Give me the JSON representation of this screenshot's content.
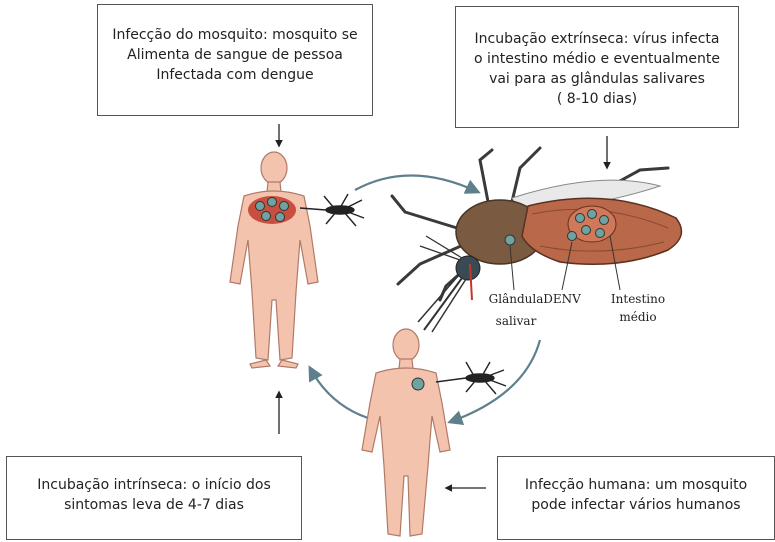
{
  "boxes": {
    "mosquito_infection": {
      "lines": [
        "Infecção do mosquito:  mosquito se",
        "Alimenta  de sangue de pessoa",
        "Infectada com dengue"
      ]
    },
    "extrinsic_incubation": {
      "lines": [
        "Incubação extrínseca:  vírus infecta",
        "o intestino médio e eventualmente",
        "vai para as glândulas salivares",
        "( 8-10 dias)"
      ]
    },
    "intrinsic_incubation": {
      "lines": [
        "Incubação intrínseca:  o início dos",
        "sintomas  leva de 4-7 dias"
      ]
    },
    "human_infection": {
      "lines": [
        "Infecção humana:  um mosquito",
        "pode infectar vários humanos"
      ]
    }
  },
  "anatomy_labels": {
    "salivary_gland": [
      "Glândula",
      "salivar"
    ],
    "denv": "DENV",
    "midgut": [
      "Intestino",
      "médio"
    ]
  },
  "colors": {
    "skin": "#f4c3ad",
    "skin_outline": "#b07a68",
    "cycle_arrow": "#5f7f8c",
    "mosquito_body": "#7a5a40",
    "mosquito_abdomen": "#b9684a",
    "virus": "#6fa3a0"
  }
}
